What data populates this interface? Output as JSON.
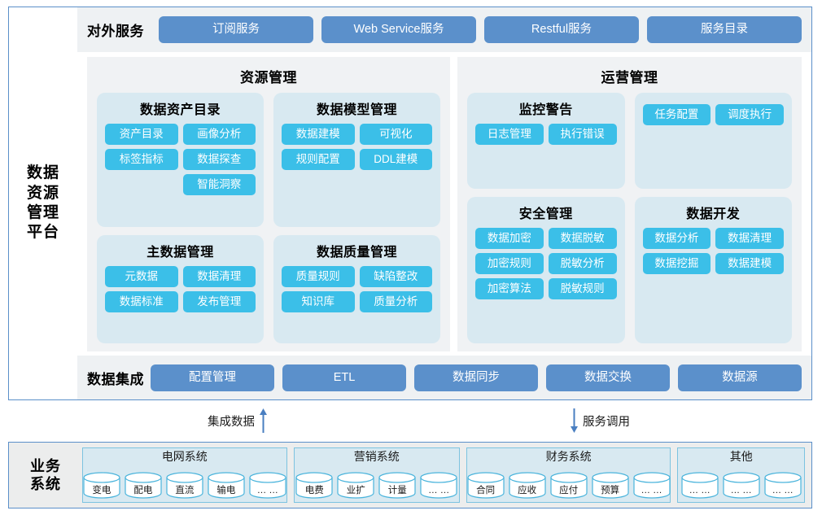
{
  "platform": {
    "title": "数据资源管理平台",
    "title_lines": [
      "数据",
      "资源",
      "管理",
      "平台"
    ],
    "service_bar": {
      "label": "对外服务",
      "items": [
        {
          "label": "订阅服务"
        },
        {
          "label": "Web Service服务"
        },
        {
          "label": "Restful服务"
        },
        {
          "label": "服务目录"
        }
      ]
    },
    "panels": [
      {
        "title": "资源管理",
        "cards": [
          {
            "title": "数据资产目录",
            "chips": [
              "资产目录",
              "画像分析",
              "标签指标",
              "数据探查",
              "",
              "智能洞察"
            ]
          },
          {
            "title": "数据模型管理",
            "chips": [
              "数据建模",
              "可视化",
              "规则配置",
              "DDL建模"
            ]
          },
          {
            "title": "主数据管理",
            "chips": [
              "元数据",
              "数据清理",
              "数据标准",
              "发布管理"
            ]
          },
          {
            "title": "数据质量管理",
            "chips": [
              "质量规则",
              "缺陷整改",
              "知识库",
              "质量分析"
            ]
          }
        ]
      },
      {
        "title": "运营管理",
        "cards": [
          {
            "title": "监控警告",
            "chips": [
              "日志管理",
              "执行错误"
            ]
          },
          {
            "title": "",
            "chips": [
              "任务配置",
              "调度执行"
            ]
          },
          {
            "title": "安全管理",
            "chips": [
              "数据加密",
              "数据脱敏",
              "加密规则",
              "脱敏分析",
              "加密算法",
              "脱敏规则"
            ]
          },
          {
            "title": "数据开发",
            "chips": [
              "数据分析",
              "数据清理",
              "数据挖掘",
              "数据建模"
            ]
          }
        ]
      }
    ],
    "integration_bar": {
      "label": "数据集成",
      "items": [
        {
          "label": "配置管理"
        },
        {
          "label": "ETL"
        },
        {
          "label": "数据同步"
        },
        {
          "label": "数据交换"
        },
        {
          "label": "数据源"
        }
      ]
    }
  },
  "connectors": [
    {
      "label": "集成数据",
      "direction": "up"
    },
    {
      "label": "服务调用",
      "direction": "down"
    }
  ],
  "business": {
    "title": "业务系统",
    "title_lines": [
      "业务",
      "系统"
    ],
    "groups": [
      {
        "title": "电网系统",
        "nodes": [
          "变电",
          "配电",
          "直流",
          "输电",
          "… …"
        ]
      },
      {
        "title": "营销系统",
        "nodes": [
          "电费",
          "业扩",
          "计量",
          "… …"
        ]
      },
      {
        "title": "财务系统",
        "nodes": [
          "合同",
          "应收",
          "应付",
          "预算",
          "… …"
        ]
      },
      {
        "title": "其他",
        "nodes": [
          "… …",
          "… …",
          "… …"
        ]
      }
    ]
  },
  "colors": {
    "frame_border": "#5b8fc9",
    "bar_background": "#eef1f3",
    "bar_pill": "#5b90cb",
    "panel_background": "#f0f2f4",
    "card_background": "#d8e9f1",
    "chip": "#3bbfe8",
    "business_background": "#eceded",
    "cylinder_border": "#4ab4dc",
    "arrow": "#4a7fc1"
  }
}
